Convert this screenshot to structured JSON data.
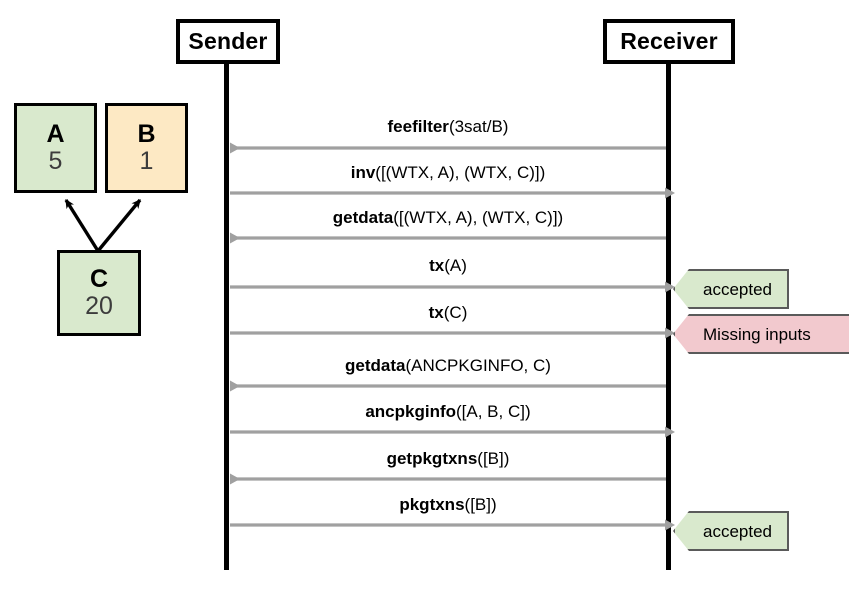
{
  "diagram": {
    "title_sender": "Sender",
    "title_receiver": "Receiver",
    "colors": {
      "green_fill": "#d9e9cd",
      "orange_fill": "#fde9c4",
      "pink_fill": "#f2c9ce",
      "arrow_gray": "#a0a0a0",
      "lifeline_black": "#000000",
      "badge_border": "#5a5a5a"
    },
    "participants": [
      {
        "name": "sender",
        "label": "Sender"
      },
      {
        "name": "receiver",
        "label": "Receiver"
      }
    ],
    "transactions": [
      {
        "id": "A",
        "name": "A",
        "value": "5",
        "fill": "#d9e9cd"
      },
      {
        "id": "B",
        "name": "B",
        "value": "1",
        "fill": "#fde9c4"
      },
      {
        "id": "C",
        "name": "C",
        "value": "20",
        "fill": "#d9e9cd"
      }
    ],
    "tx_edges": [
      {
        "from": "C",
        "to": "A"
      },
      {
        "from": "C",
        "to": "B"
      }
    ],
    "messages": [
      {
        "bold": "feefilter",
        "args": "(3sat/B)",
        "direction": "receiver-to-sender"
      },
      {
        "bold": "inv",
        "args": "([(WTX, A), (WTX, C)])",
        "direction": "sender-to-receiver"
      },
      {
        "bold": "getdata",
        "args": "([(WTX, A), (WTX, C)])",
        "direction": "receiver-to-sender"
      },
      {
        "bold": "tx",
        "args": "(A)",
        "direction": "sender-to-receiver"
      },
      {
        "bold": "tx",
        "args": "(C)",
        "direction": "sender-to-receiver"
      },
      {
        "bold": "getdata",
        "args": "(ANCPKGINFO, C)",
        "direction": "receiver-to-sender"
      },
      {
        "bold": "ancpkginfo",
        "args": "([A, B, C])",
        "direction": "sender-to-receiver"
      },
      {
        "bold": "getpkgtxns",
        "args": "([B])",
        "direction": "receiver-to-sender"
      },
      {
        "bold": "pkgtxns",
        "args": "([B])",
        "direction": "sender-to-receiver"
      }
    ],
    "badges": [
      {
        "label": "accepted",
        "status": "ok",
        "fill": "#d9e9cd"
      },
      {
        "label": "Missing inputs",
        "status": "error",
        "fill": "#f2c9ce"
      },
      {
        "label": "accepted",
        "status": "ok",
        "fill": "#d9e9cd"
      }
    ]
  }
}
